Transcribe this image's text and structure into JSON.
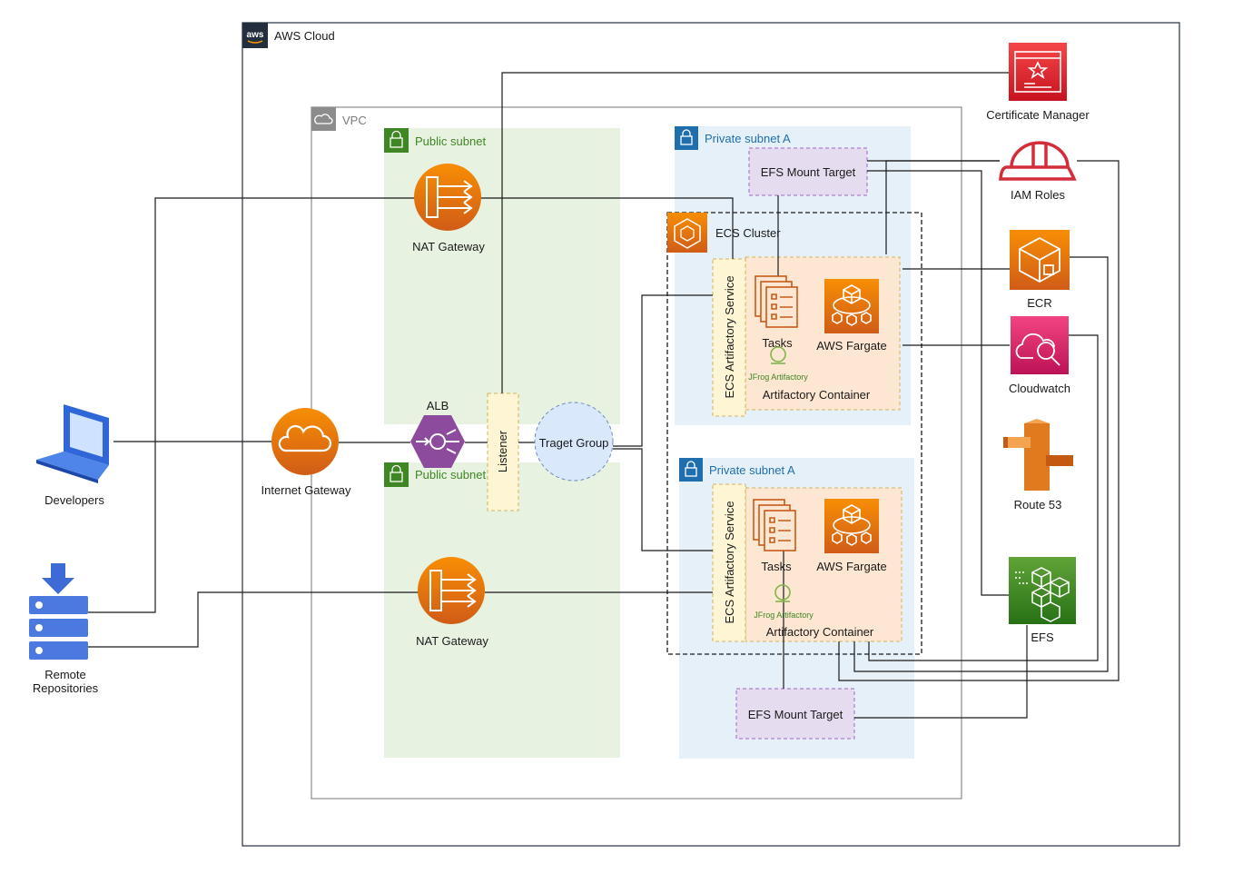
{
  "cloud": {
    "badge": "aws",
    "title": "AWS Cloud"
  },
  "vpc": {
    "title": "VPC"
  },
  "subnets": {
    "public_top": "Public subnet",
    "public_bottom": "Public subnet",
    "private_top": "Private subnet A",
    "private_bottom": "Private subnet A"
  },
  "ecs_cluster": "ECS Cluster",
  "nodes": {
    "nat_top": "NAT Gateway",
    "nat_bottom": "NAT Gateway",
    "alb": "ALB",
    "listener": "Listener",
    "target_group": "Traget Group",
    "internet_gateway": "Internet Gateway",
    "developers": "Developers",
    "remote_repos_line1": "Remote",
    "remote_repos_line2": "Repositories",
    "efs_mount_top": "EFS Mount Target",
    "efs_mount_bottom": "EFS Mount Target"
  },
  "services": {
    "top": {
      "service_label": "ECS Artifactory Service",
      "tasks": "Tasks",
      "fargate": "AWS Fargate",
      "jfrog": "JFrog Artifactory",
      "container": "Artifactory Container"
    },
    "bottom": {
      "service_label": "ECS Artifactory Service",
      "tasks": "Tasks",
      "fargate": "AWS Fargate",
      "jfrog": "JFrog Artifactory",
      "container": "Artifactory Container"
    }
  },
  "right_services": {
    "cert_manager": "Certificate Manager",
    "iam": "IAM Roles",
    "ecr": "ECR",
    "cloudwatch": "Cloudwatch",
    "route53": "Route 53",
    "efs": "EFS"
  },
  "colors": {
    "orange": "#ED7100",
    "red": "#DD344C",
    "pink": "#C7266B",
    "green": "#3F8624",
    "purple": "#8C4FFF",
    "blue": "#3B6FD8"
  }
}
